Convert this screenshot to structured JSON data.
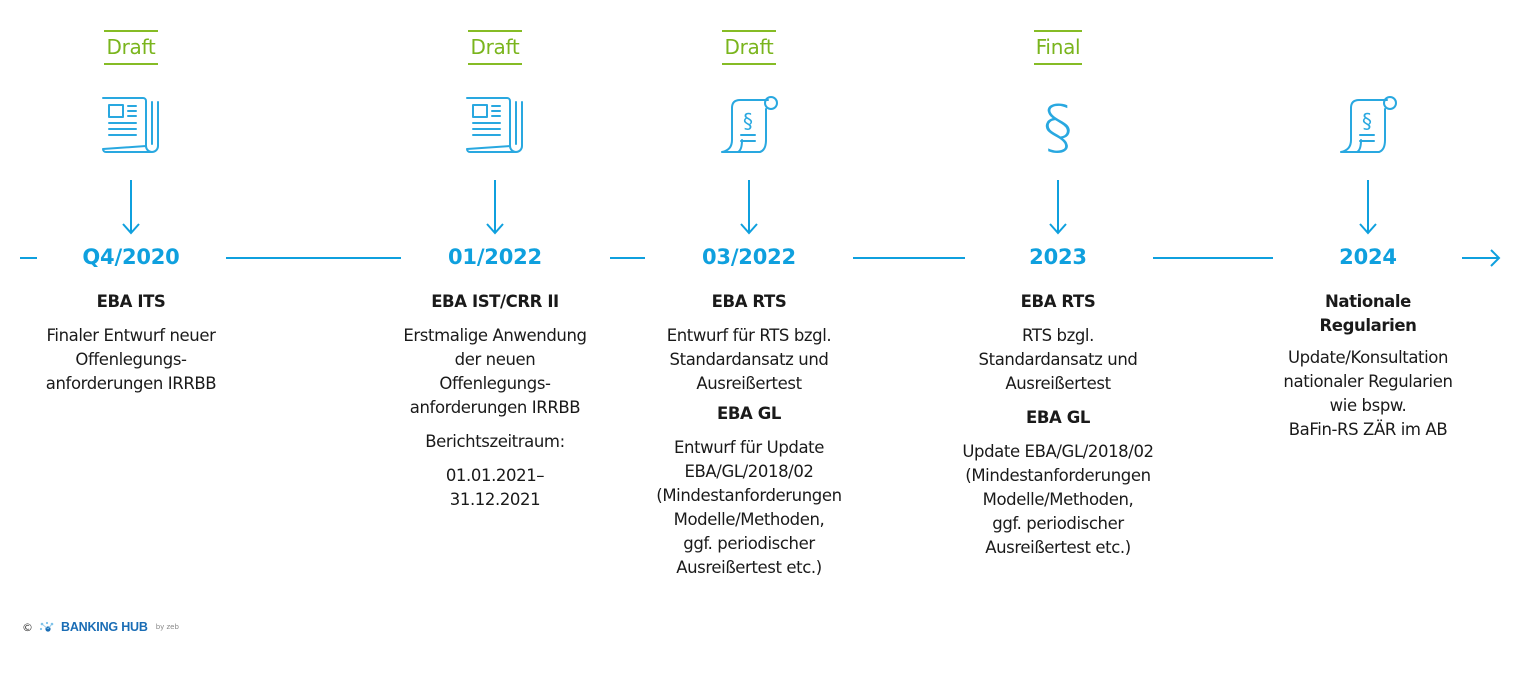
{
  "timeline": {
    "accent_color": "#0fa0de",
    "status_color": "#86bc25",
    "milestones": [
      {
        "status": "Draft",
        "icon": "newspaper-icon",
        "date": "Q4/2020",
        "heading": "EBA ITS",
        "lines": [
          "Finaler Entwurf neuer",
          "Offenlegungs-",
          "anforderungen IRRBB"
        ]
      },
      {
        "status": "Draft",
        "icon": "newspaper-icon",
        "date": "01/2022",
        "heading": "EBA IST/CRR II",
        "lines": [
          "Erstmalige Anwendung",
          "der neuen",
          "Offenlegungs-",
          "anforderungen IRRBB"
        ],
        "period_label": "Berichtszeitraum:",
        "period_lines": [
          "01.01.2021–",
          "31.12.2021"
        ]
      },
      {
        "status": "Draft",
        "icon": "paragraph-scroll-icon",
        "date": "03/2022",
        "heading": "EBA RTS",
        "lines": [
          "Entwurf für RTS bzgl.",
          "Standardansatz und",
          "Ausreißertest"
        ],
        "heading2": "EBA GL",
        "lines2": [
          "Entwurf für Update",
          "EBA/GL/2018/02",
          "(Mindestanforderungen",
          "Modelle/Methoden,",
          "ggf. periodischer",
          "Ausreißertest etc.)"
        ]
      },
      {
        "status": "Final",
        "icon": "paragraph-icon",
        "date": "2023",
        "heading": "EBA RTS",
        "lines": [
          "RTS bzgl.",
          "Standardansatz und",
          "Ausreißertest"
        ],
        "heading2": "EBA GL",
        "lines2": [
          "Update EBA/GL/2018/02",
          "(Mindestanforderungen",
          "Modelle/Methoden,",
          "ggf. periodischer",
          "Ausreißertest etc.)"
        ]
      },
      {
        "icon": "paragraph-scroll-icon",
        "date": "2024",
        "heading": "Nationale",
        "heading_line2": "Regularien",
        "lines": [
          "Update/Konsultation",
          "nationaler Regularien",
          "wie bspw.",
          "BaFin-RS ZÄR im AB"
        ]
      }
    ]
  },
  "footer": {
    "copyright": "©",
    "brand": "BANKING HUB",
    "by": "by zeb"
  }
}
